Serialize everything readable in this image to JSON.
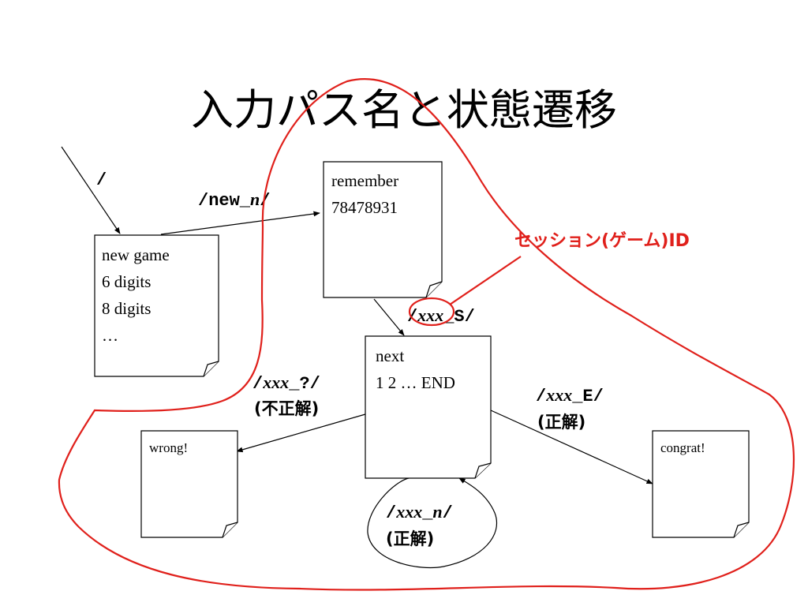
{
  "title": "入力パス名と状態遷移",
  "states": {
    "new_game": {
      "lines": [
        "new game",
        "6 digits",
        "8 digits",
        "…"
      ]
    },
    "remember": {
      "lines": [
        "remember",
        "78478931"
      ]
    },
    "next": {
      "lines": [
        "next",
        "1 2 … END"
      ]
    },
    "wrong": {
      "lines": [
        "wrong!"
      ]
    },
    "congrat": {
      "lines": [
        "congrat!"
      ]
    }
  },
  "edges": {
    "root": {
      "label": "/"
    },
    "new_n": {
      "prefix": "/new_",
      "var": "n",
      "suffix": "/"
    },
    "xxx_S": {
      "prefix": "/",
      "var": "xxx",
      "suffix": "_S/"
    },
    "xxx_q": {
      "prefix": "/",
      "var": "xxx",
      "suffix": "_?/",
      "note": "(不正解)"
    },
    "xxx_E": {
      "prefix": "/",
      "var": "xxx",
      "suffix": "_E/",
      "note": "(正解)"
    },
    "xxx_n": {
      "prefix": "/",
      "var": "xxx",
      "mid": "_",
      "var2": "n",
      "suffix": "/",
      "note": "(正解)"
    }
  },
  "annotation": {
    "session_label": "セッション(ゲーム)ID"
  },
  "colors": {
    "annotation": "#e0201b",
    "ink": "#000000",
    "page": "#ffffff"
  }
}
